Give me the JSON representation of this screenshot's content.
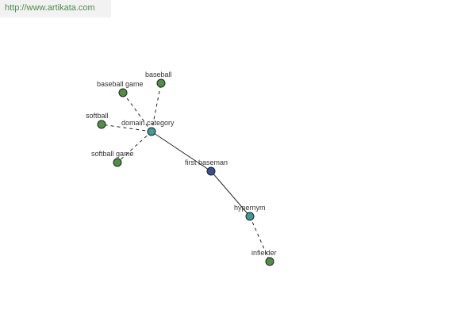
{
  "watermark": {
    "text": "http://www.artikata.com"
  },
  "graph": {
    "colors": {
      "leaf": "#4f8f46",
      "relation": "#3f9a9a",
      "root": "#3a4f8f"
    },
    "nodes": [
      {
        "id": "first-baseman",
        "label": "first baseman",
        "kind": "root"
      },
      {
        "id": "domain-category",
        "label": "domain category",
        "kind": "relation"
      },
      {
        "id": "hypernym",
        "label": "hypernym",
        "kind": "relation"
      },
      {
        "id": "baseball",
        "label": "baseball",
        "kind": "leaf"
      },
      {
        "id": "baseball-game",
        "label": "baseball game",
        "kind": "leaf"
      },
      {
        "id": "softball",
        "label": "softball",
        "kind": "leaf"
      },
      {
        "id": "softball-game",
        "label": "softball game",
        "kind": "leaf"
      },
      {
        "id": "infielder",
        "label": "infielder",
        "kind": "leaf"
      }
    ],
    "edges": [
      {
        "from": "first-baseman",
        "to": "domain-category",
        "style": "solid"
      },
      {
        "from": "first-baseman",
        "to": "hypernym",
        "style": "solid"
      },
      {
        "from": "domain-category",
        "to": "baseball",
        "style": "dashed"
      },
      {
        "from": "domain-category",
        "to": "baseball-game",
        "style": "dashed"
      },
      {
        "from": "domain-category",
        "to": "softball",
        "style": "dashed"
      },
      {
        "from": "domain-category",
        "to": "softball-game",
        "style": "dashed"
      },
      {
        "from": "hypernym",
        "to": "infielder",
        "style": "dashed"
      }
    ]
  }
}
